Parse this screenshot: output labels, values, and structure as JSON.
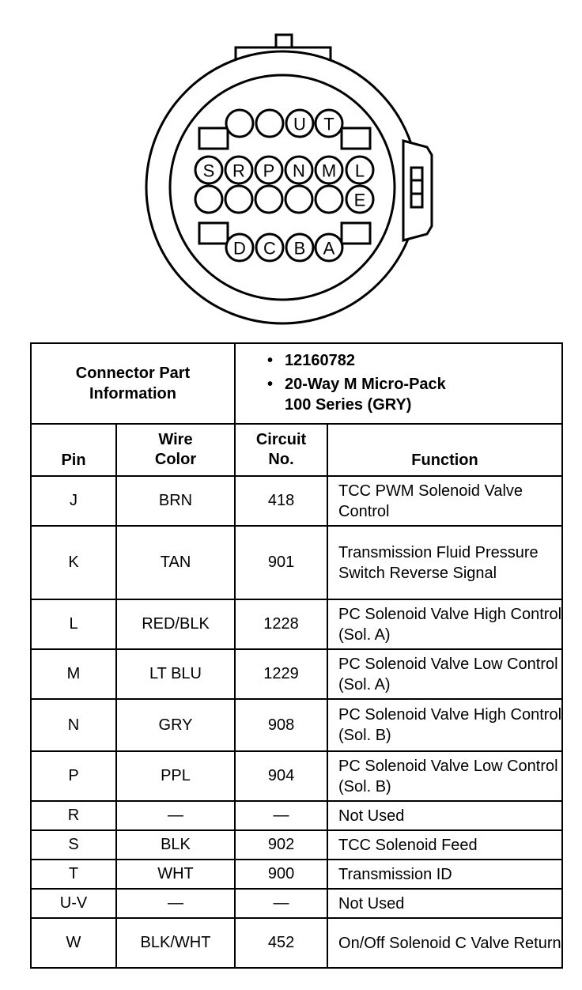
{
  "connector_pins": {
    "top": [
      "U",
      "T"
    ],
    "middle": [
      "S",
      "R",
      "P",
      "N",
      "M",
      "L"
    ],
    "lower": [
      "E"
    ],
    "bottom": [
      "D",
      "C",
      "B",
      "A"
    ]
  },
  "table": {
    "connector_part_title": "Connector Part Information",
    "part_number": "12160782",
    "part_description": "20-Way M Micro-Pack 100 Series (GRY)",
    "bullet": "•",
    "headers": {
      "pin": "Pin",
      "wire_color": "Wire Color",
      "circuit_no": "Circuit No.",
      "function": "Function"
    },
    "rows": [
      {
        "pin": "J",
        "wire": "BRN",
        "circuit": "418",
        "function": "TCC PWM Solenoid Valve Control"
      },
      {
        "pin": "K",
        "wire": "TAN",
        "circuit": "901",
        "function": "Transmission Fluid Pressure Switch Reverse Signal"
      },
      {
        "pin": "L",
        "wire": "RED/BLK",
        "circuit": "1228",
        "function": "PC Solenoid Valve High Control (Sol. A)"
      },
      {
        "pin": "M",
        "wire": "LT BLU",
        "circuit": "1229",
        "function": "PC Solenoid Valve Low Control (Sol. A)"
      },
      {
        "pin": "N",
        "wire": "GRY",
        "circuit": "908",
        "function": "PC Solenoid Valve High Control (Sol. B)"
      },
      {
        "pin": "P",
        "wire": "PPL",
        "circuit": "904",
        "function": "PC Solenoid Valve Low Control (Sol. B)"
      },
      {
        "pin": "R",
        "wire": "—",
        "circuit": "—",
        "function": "Not Used"
      },
      {
        "pin": "S",
        "wire": "BLK",
        "circuit": "902",
        "function": "TCC Solenoid Feed"
      },
      {
        "pin": "T",
        "wire": "WHT",
        "circuit": "900",
        "function": "Transmission ID"
      },
      {
        "pin": "U-V",
        "wire": "—",
        "circuit": "—",
        "function": "Not Used"
      },
      {
        "pin": "W",
        "wire": "BLK/WHT",
        "circuit": "452",
        "function": "On/Off Solenoid C Valve Return"
      }
    ]
  }
}
